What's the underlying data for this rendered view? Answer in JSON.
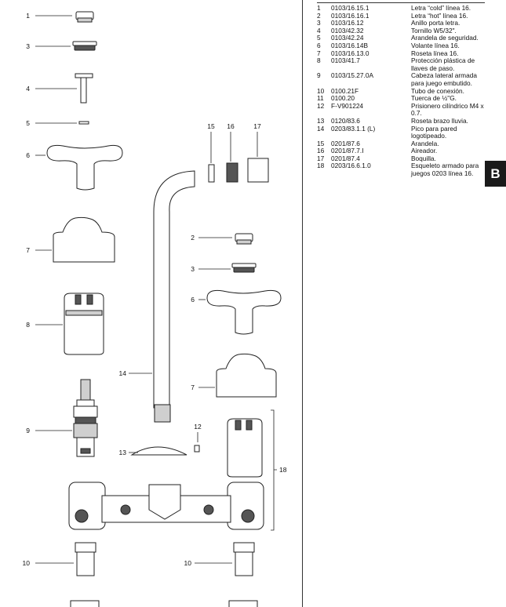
{
  "callouts": [
    "1",
    "3",
    "4",
    "5",
    "6",
    "7",
    "8",
    "9",
    "10",
    "2",
    "3",
    "6",
    "7",
    "12",
    "13",
    "14",
    "15",
    "16",
    "17",
    "18",
    "10"
  ],
  "parts": [
    {
      "num": "1",
      "code": "0103/16.15.1",
      "desc": "Letra “cold” línea 16."
    },
    {
      "num": "2",
      "code": "0103/16.16.1",
      "desc": "Letra “hot” línea 16."
    },
    {
      "num": "3",
      "code": "0103/16.12",
      "desc": "Anillo porta letra."
    },
    {
      "num": "4",
      "code": "0103/42.32",
      "desc": "Tornillo W5/32\"."
    },
    {
      "num": "5",
      "code": "0103/42.24",
      "desc": "Arandela de seguridad."
    },
    {
      "num": "6",
      "code": "0103/16.14B",
      "desc": "Volante línea 16."
    },
    {
      "num": "7",
      "code": "0103/16.13.0",
      "desc": "Roseta línea 16."
    },
    {
      "num": "8",
      "code": "0103/41.7",
      "desc": "Protección plástica de llaves de paso."
    },
    {
      "num": "9",
      "code": "0103/15.27.0A",
      "desc": "Cabeza lateral armada para juego embutido."
    },
    {
      "num": "10",
      "code": "0100.21F",
      "desc": "Tubo de conexión."
    },
    {
      "num": "11",
      "code": "0100.20",
      "desc": "Tuerca de ½\"G."
    },
    {
      "num": "12",
      "code": "F-V901224",
      "desc": "Prisionero cilíndrico M4 x 0.7."
    },
    {
      "num": "13",
      "code": "0120/83.6",
      "desc": "Roseta brazo lluvia."
    },
    {
      "num": "14",
      "code": "0203/83.1.1 (L)",
      "desc": "Pico para pared logotipeado."
    },
    {
      "num": "15",
      "code": "0201/87.6",
      "desc": "Arandela."
    },
    {
      "num": "16",
      "code": "0201/87.7.I",
      "desc": "Aireador."
    },
    {
      "num": "17",
      "code": "0201/87.4",
      "desc": "Boquilla."
    },
    {
      "num": "18",
      "code": "0203/16.6.1.0",
      "desc": "Esqueleto armado para juegos 0203 línea 16."
    }
  ],
  "section_tab": "B"
}
